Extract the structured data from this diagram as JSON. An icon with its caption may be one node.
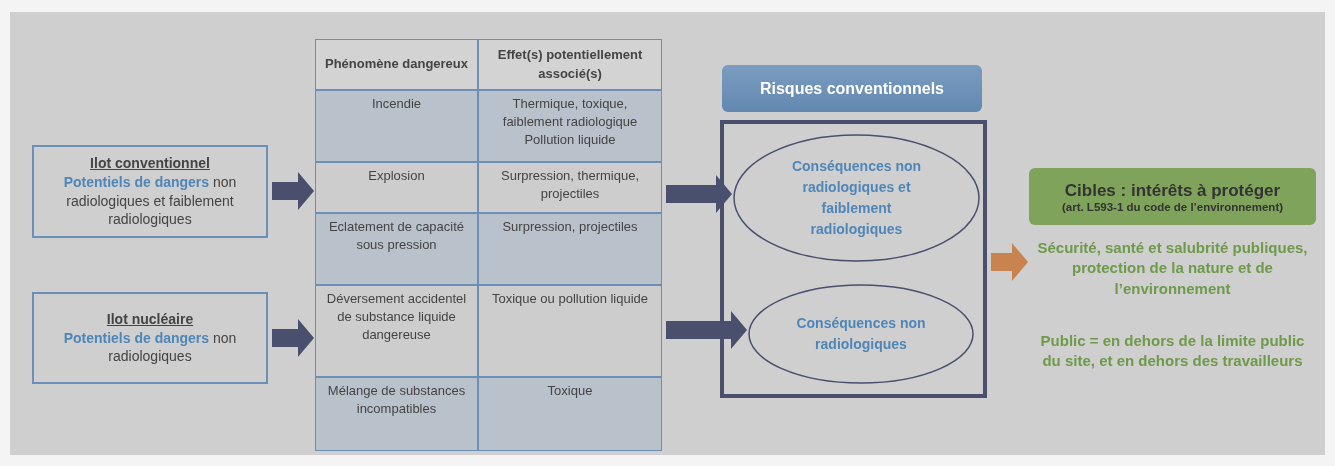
{
  "diagram": {
    "nodes": [
      {
        "text": [
          "Ilot conventionnel",
          "**Potentiels de dangers** non radiologiques et faiblement radiologiques"
        ]
      },
      {
        "text": [
          "Ilot nucléaire",
          "**Potentiels de dangers** non radiologiques"
        ]
      },
      {
        "text": [
          "Phénomène dangereux",
          "Effet(s) potentiellement associé(s)",
          "Incendie",
          "Thermique, toxique, faiblement radiologique Pollution liquide",
          "Explosion",
          "Surpression, thermique, projectiles",
          "Eclatement de capacité sous pression",
          "Surpression, projectiles",
          "Déversement accidentel de substance liquide dangereuse",
          "Toxique ou pollution liquide",
          "Mélange de substances incompatibles",
          "Toxique"
        ]
      },
      {
        "text": [
          "Risques conventionnels"
        ]
      },
      {
        "text": [],
        "shape": "box"
      },
      {
        "text": [
          "Conséquences non radiologiques et faiblement radiologiques"
        ],
        "in": 4
      },
      {
        "text": [
          "Conséquences non radiologiques"
        ],
        "in": 4
      },
      {
        "text": [
          "Cibles : intérêts à protéger",
          "(art. L593-1 du code de l’environnement)"
        ]
      },
      {
        "text": [
          "Sécurité, santé et salubrité publiques, protection de la nature et de l’environnement"
        ]
      }
    ],
    "edges": [
      {
        "from": 0,
        "to": 2,
        "arrow": "to"
      },
      {
        "from": 1,
        "to": 2,
        "arrow": "to"
      },
      {
        "from": 2,
        "to": 5,
        "arrow": "to"
      },
      {
        "from": 2,
        "to": 6,
        "arrow": "to"
      },
      {
        "from": 4,
        "to": 8,
        "arrow": "to",
        "color": "#c8834f"
      }
    ],
    "labels": [
      "Public = en dehors de la limite public du site, et en dehors des travailleurs"
    ]
  }
}
